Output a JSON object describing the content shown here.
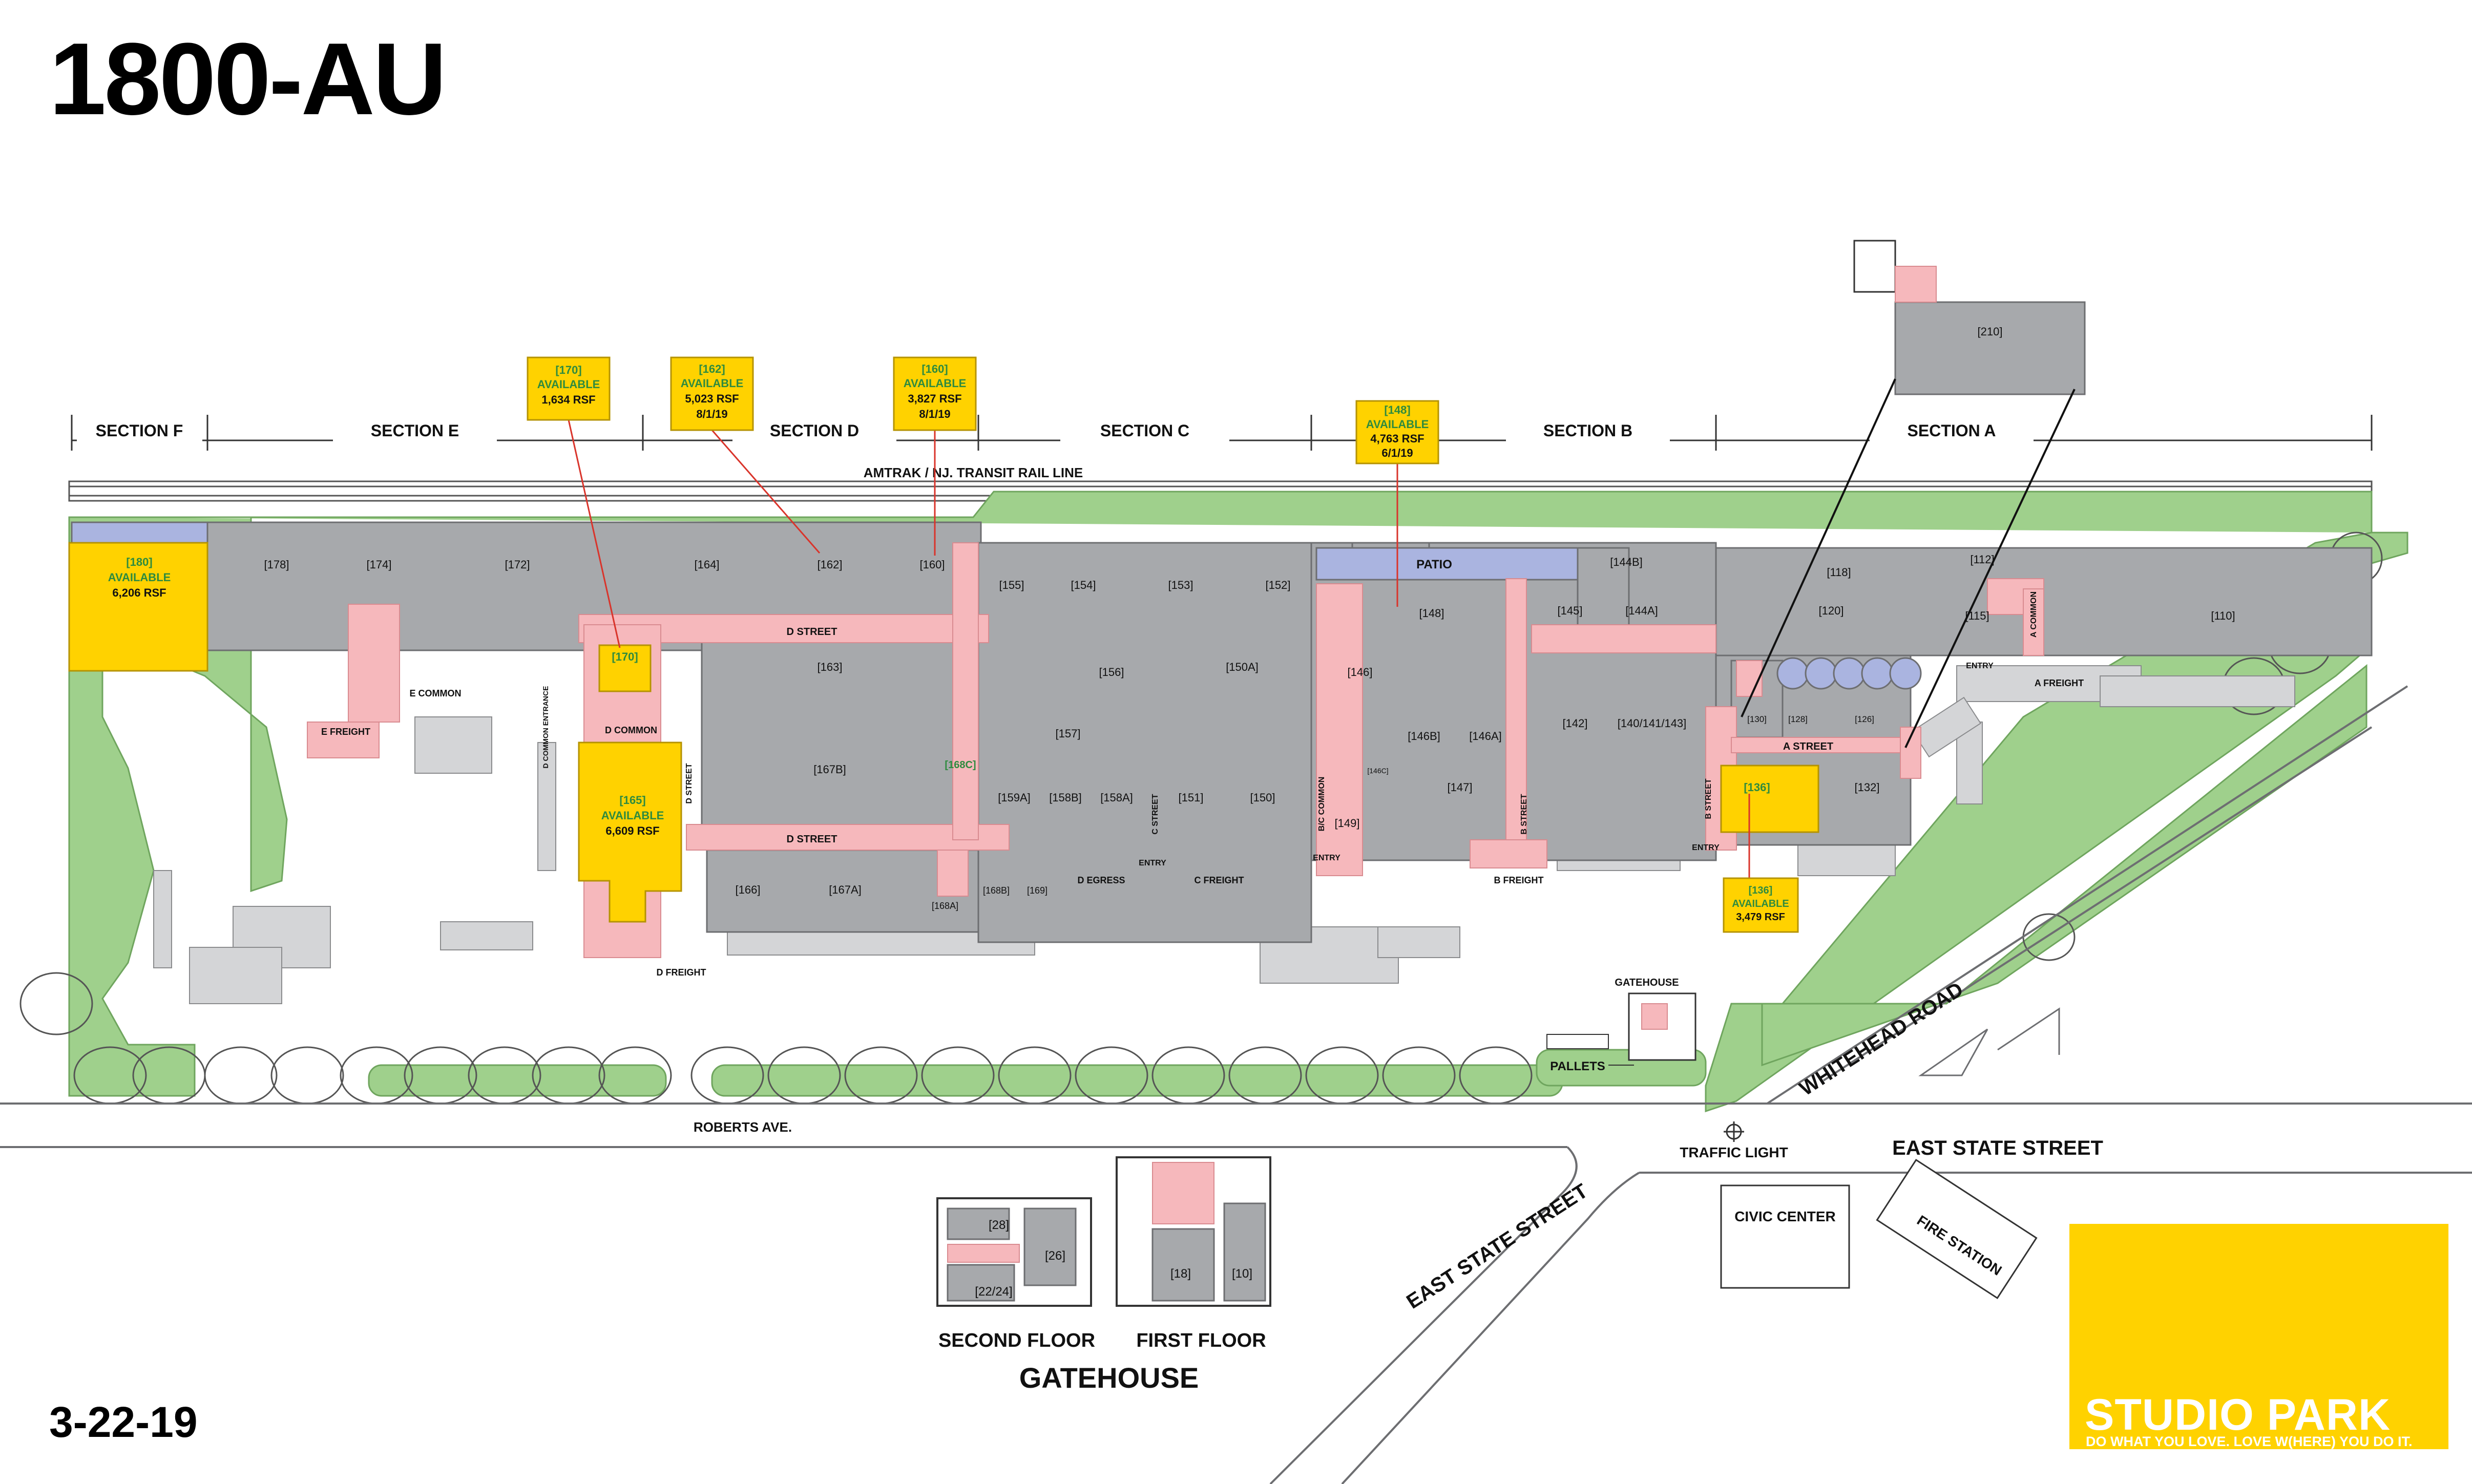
{
  "title": "1800-AU",
  "date": "3-22-19",
  "brand": {
    "name": "STUDIO PARK",
    "tagline": "DO WHAT YOU LOVE. LOVE W(HERE) YOU DO IT.",
    "color": "#ffd200"
  },
  "colors": {
    "building": "#a7a9ac",
    "common_corridor": "#f6b8bc",
    "available": "#ffd200",
    "green_space": "#9fd08c",
    "patio": "#aab4e0"
  },
  "sections": [
    "SECTION F",
    "SECTION E",
    "SECTION D",
    "SECTION C",
    "SECTION B",
    "SECTION A"
  ],
  "rail_line": "AMTRAK / NJ. TRANSIT RAIL LINE",
  "callouts": [
    {
      "unit": "[170]",
      "status": "AVAILABLE",
      "size": "1,634 RSF",
      "date": ""
    },
    {
      "unit": "[162]",
      "status": "AVAILABLE",
      "size": "5,023 RSF",
      "date": "8/1/19"
    },
    {
      "unit": "[160]",
      "status": "AVAILABLE",
      "size": "3,827 RSF",
      "date": "8/1/19"
    },
    {
      "unit": "[148]",
      "status": "AVAILABLE",
      "size": "4,763 RSF",
      "date": "6/1/19"
    },
    {
      "unit": "[136]",
      "status": "AVAILABLE",
      "size": "3,479 RSF",
      "date": ""
    },
    {
      "unit": "[180]",
      "status": "AVAILABLE",
      "size": "6,206 RSF",
      "date": ""
    },
    {
      "unit": "[165]",
      "status": "AVAILABLE",
      "size": "6,609 RSF",
      "date": ""
    }
  ],
  "units": {
    "u178": "[178]",
    "u174": "[174]",
    "u172": "[172]",
    "u164": "[164]",
    "u162": "[162]",
    "u160": "[160]",
    "u155": "[155]",
    "u154": "[154]",
    "u153": "[153]",
    "u152": "[152]",
    "u163": "[163]",
    "u156": "[156]",
    "u150A": "[150A]",
    "u157": "[157]",
    "u167B": "[167B]",
    "u168C": "[168C]",
    "u159A": "[159A]",
    "u158B": "[158B]",
    "u158A": "[158A]",
    "u151": "[151]",
    "u150": "[150]",
    "u166": "[166]",
    "u167A": "[167A]",
    "u168A": "[168A]",
    "u168B": "[168B]",
    "u169": "[169]",
    "u170": "[170]",
    "u148": "[148]",
    "u146": "[146]",
    "u146B": "[146B]",
    "u146A": "[146A]",
    "u146C": "[146C]",
    "u147": "[147]",
    "u149": "[149]",
    "u144B": "[144B]",
    "u145": "[145]",
    "u144A": "[144A]",
    "u142": "[142]",
    "u140": "[140/141/143]",
    "u118": "[118]",
    "u112": "[112]",
    "u120": "[120]",
    "u115": "[115]",
    "u110": "[110]",
    "u130": "[130]",
    "u128": "[128]",
    "u126": "[126]",
    "u132": "[132]",
    "u136": "[136]",
    "u210": "[210]",
    "g28": "[28]",
    "g26": "[26]",
    "g2224": "[22/24]",
    "g18": "[18]",
    "g10": "[10]"
  },
  "labels": {
    "patio": "PATIO",
    "d_street": "D STREET",
    "a_street": "A STREET",
    "b_street": "B STREET",
    "c_street": "C STREET",
    "bc_common": "B/C COMMON",
    "d_common": "D COMMON",
    "d_common_entrance": "D COMMON ENTRANCE",
    "e_common": "E COMMON",
    "a_common": "A COMMON",
    "e_freight": "E FREIGHT",
    "d_freight": "D FREIGHT",
    "c_freight": "C FREIGHT",
    "b_freight": "B FREIGHT",
    "a_freight": "A FREIGHT",
    "d_egress": "D EGRESS",
    "entry": "ENTRY",
    "gatehouse_small": "GATEHOUSE",
    "pallets": "PALLETS",
    "roberts_ave": "ROBERTS AVE.",
    "traffic_light": "TRAFFIC LIGHT",
    "east_state_street": "EAST STATE STREET",
    "whitehead_road": "WHITEHEAD ROAD",
    "civic_center": "CIVIC CENTER",
    "fire_station": "FIRE STATION",
    "second_floor": "SECOND FLOOR",
    "first_floor": "FIRST FLOOR",
    "gatehouse": "GATEHOUSE"
  }
}
